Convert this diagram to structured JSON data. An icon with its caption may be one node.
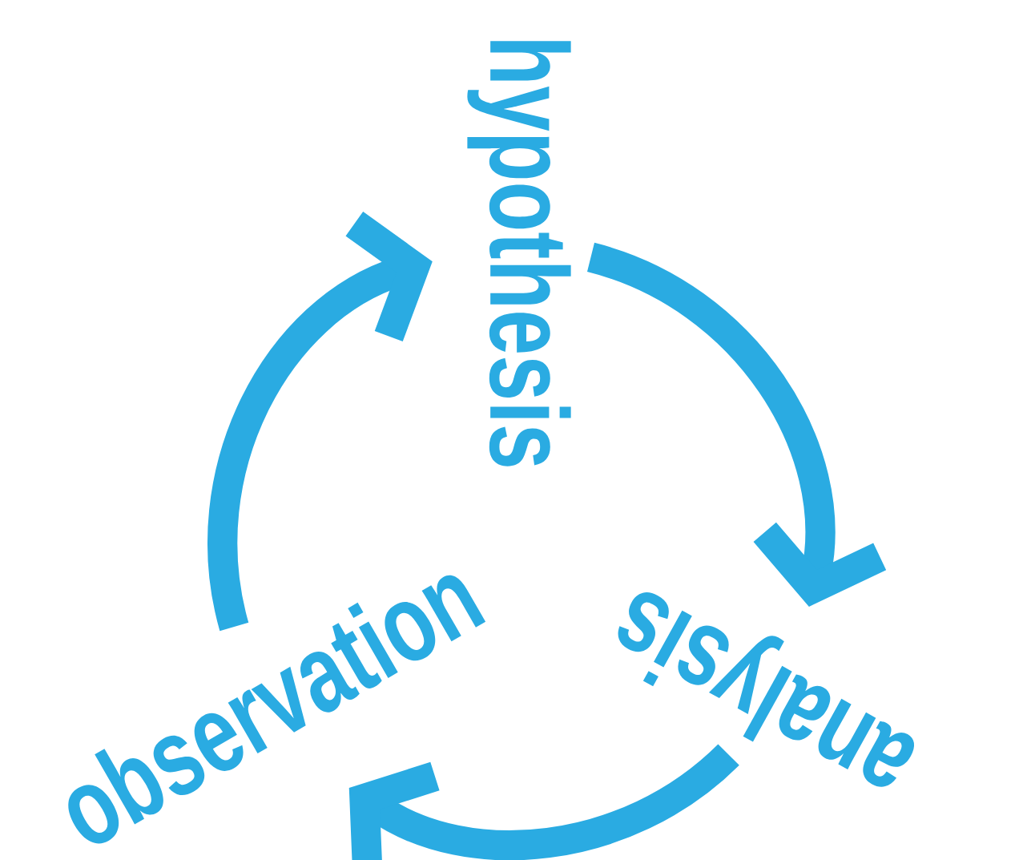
{
  "diagram": {
    "nodes": [
      {
        "text": [
          "hypothesis"
        ]
      },
      {
        "text": [
          "analysis"
        ]
      },
      {
        "text": [
          "observation"
        ]
      }
    ],
    "edges": [
      {
        "from": 2,
        "to": 0,
        "arrow": "to"
      },
      {
        "from": 0,
        "to": 1,
        "arrow": "to"
      },
      {
        "from": 1,
        "to": 2,
        "arrow": "to"
      }
    ]
  }
}
